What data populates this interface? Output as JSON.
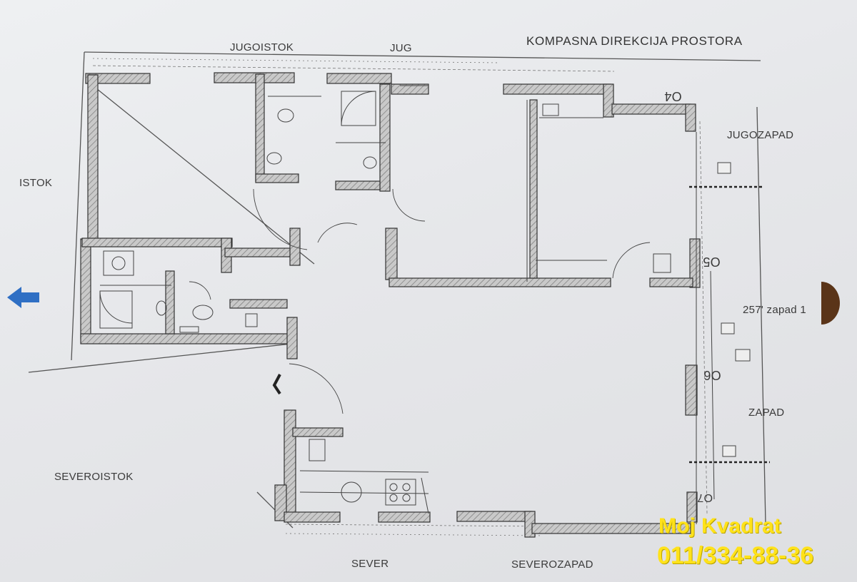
{
  "title": "KOMPASNA DIREKCIJA PROSTORA",
  "directions": {
    "jugoistok": "JUGOISTOK",
    "jug": "JUG",
    "jugozapad": "JUGOZAPAD",
    "istok": "ISTOK",
    "zapad_1": "257' zapad 1",
    "zapad": "ZAPAD",
    "severoistok": "SEVEROISTOK",
    "sever": "SEVER",
    "severozapad": "SEVEROZAPAD"
  },
  "room_tags": {
    "o4": "O4",
    "o5": "O5",
    "o6": "O6",
    "o7": "O7"
  },
  "watermark": {
    "brand": "Moj Kvadrat",
    "phone": "011/334-88-36"
  },
  "colors": {
    "arrow": "#2f6fc4",
    "half_circle": "#5a3418",
    "wall_fill": "#b9b9b9",
    "watermark": "#ffe21a"
  }
}
